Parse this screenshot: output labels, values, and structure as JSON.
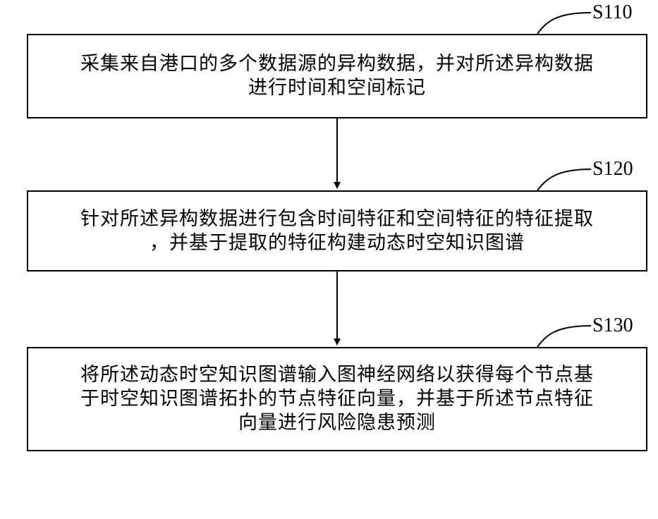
{
  "steps": [
    {
      "id": "S110",
      "lines": [
        "采集来自港口的多个数据源的异构数据，并对所述异构数据",
        "进行时间和空间标记"
      ]
    },
    {
      "id": "S120",
      "lines": [
        "针对所述异构数据进行包含时间特征和空间特征的特征提取",
        "，并基于提取的特征构建动态时空知识图谱"
      ]
    },
    {
      "id": "S130",
      "lines": [
        "将所述动态时空知识图谱输入图神经网络以获得每个节点基",
        "于时空知识图谱拓扑的节点特征向量，并基于所述节点特征",
        "向量进行风险隐患预测"
      ]
    }
  ]
}
